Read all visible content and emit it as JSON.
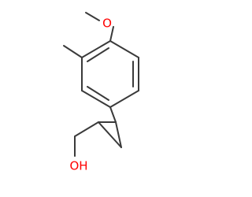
{
  "molecule": {
    "atoms": [
      {
        "id": "o_methoxy",
        "label": "O"
      },
      {
        "id": "o_hydroxyl",
        "label": "OH"
      }
    ],
    "colors": {
      "bond": "#3a3a3a",
      "oxygen": "#ff0000"
    }
  }
}
